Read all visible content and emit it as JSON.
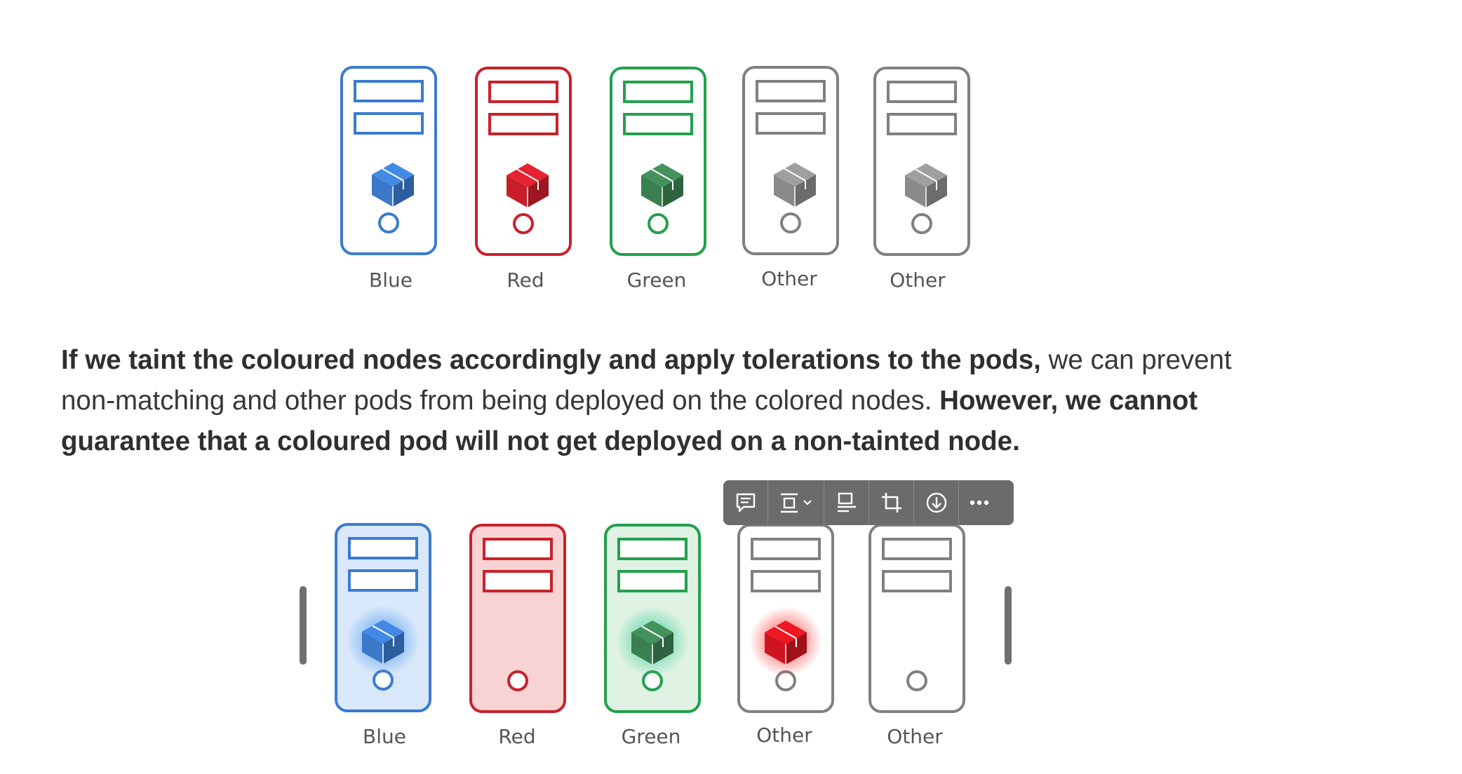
{
  "figure_top": {
    "nodes": [
      {
        "label": "Blue",
        "color": "#3b7bd0",
        "fill": "none",
        "pod_color": "#3a78c9"
      },
      {
        "label": "Red",
        "color": "#c9212b",
        "fill": "none",
        "pod_color": "#c81e2a"
      },
      {
        "label": "Green",
        "color": "#23a04e",
        "fill": "none",
        "pod_color": "#3a7f50"
      },
      {
        "label": "Other",
        "color": "#808080",
        "fill": "none",
        "pod_color": "#8a8a8a"
      },
      {
        "label": "Other",
        "color": "#808080",
        "fill": "none",
        "pod_color": "#8a8a8a"
      }
    ]
  },
  "paragraph": {
    "bold_1": "If we taint the coloured nodes accordingly and apply tolerations to the pods,",
    "normal_1": " we can prevent non-matching and other pods from being deployed on the colored nodes. ",
    "bold_2": "However, we cannot guarantee that a coloured pod will not get deployed on a non-tainted node."
  },
  "image_toolbar": {
    "buttons": [
      "comment-icon",
      "image-size-icon",
      "caption-icon",
      "crop-icon",
      "download-icon",
      "more-icon"
    ]
  },
  "figure_bottom": {
    "nodes": [
      {
        "label": "Blue",
        "color": "#3b7bd0",
        "fill": "#d9e8fa",
        "pod_color": "#3a78c9",
        "glow": "#4a9cf0",
        "has_pod": true
      },
      {
        "label": "Red",
        "color": "#c9212b",
        "fill": "#f8d3d3",
        "pod_color": "",
        "glow": "",
        "has_pod": false
      },
      {
        "label": "Green",
        "color": "#23a04e",
        "fill": "#dff2e3",
        "pod_color": "#3a7f50",
        "glow": "#3fcfa0",
        "has_pod": true
      },
      {
        "label": "Other",
        "color": "#808080",
        "fill": "none",
        "pod_color": "#d0141f",
        "glow": "#ff4040",
        "has_pod": true
      },
      {
        "label": "Other",
        "color": "#808080",
        "fill": "none",
        "pod_color": "",
        "glow": "",
        "has_pod": false
      }
    ]
  }
}
